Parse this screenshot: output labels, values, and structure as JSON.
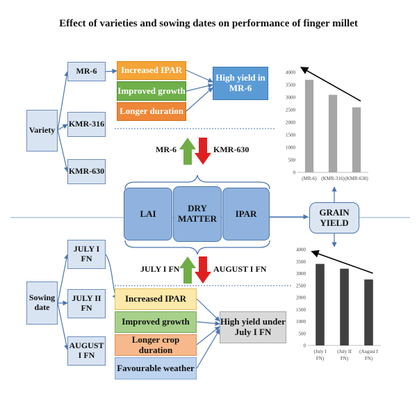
{
  "title": "Effect of varieties and sowing dates on performance of finger millet",
  "variety": {
    "label": "Variety",
    "items": [
      "MR-6",
      "KMR-316",
      "KMR-630"
    ],
    "effects": [
      "Increased IPAR",
      "Improved growth",
      "Longer duration"
    ],
    "result": "High yield in MR-6",
    "up_label": "MR-6",
    "down_label": "KMR-630"
  },
  "sowing": {
    "label": "Sowing date",
    "items": [
      "JULY I FN",
      "JULY II FN",
      "AUGUST I FN"
    ],
    "effects": [
      "Increased IPAR",
      "Improved growth",
      "Longer crop duration",
      "Favourable weather"
    ],
    "result": "High yield under July I FN",
    "up_label": "JULY I FN",
    "down_label": "AUGUST I FN"
  },
  "center": {
    "items": [
      "LAI",
      "DRY MATTER",
      "IPAR"
    ],
    "grain": "GRAIN YIELD"
  },
  "colors": {
    "arrow_up": "#70ad47",
    "arrow_down": "#e02020",
    "top_bars": "#a6a6a6",
    "bottom_bars": "#404040"
  },
  "chart_data": [
    {
      "type": "bar",
      "categories": [
        "(MR-6)",
        "(KMR-316)",
        "(KMR-630)"
      ],
      "values": [
        3700,
        3100,
        2600
      ],
      "ylim": [
        0,
        4000
      ],
      "yticks": [
        "0",
        "500",
        "1000",
        "1500",
        "2000",
        "2500",
        "3000",
        "3500",
        "4000"
      ],
      "grid": false,
      "trend_arrow": "decreasing"
    },
    {
      "type": "bar",
      "categories": [
        "(July I FN)",
        "(July II FN)",
        "(August I FN)"
      ],
      "values": [
        3400,
        3200,
        2750
      ],
      "ylim": [
        0,
        4000
      ],
      "yticks": [
        "0",
        "500",
        "1000",
        "1500",
        "2000",
        "2500",
        "3000",
        "3500",
        "4000"
      ],
      "grid": false,
      "trend_arrow": "decreasing"
    }
  ]
}
